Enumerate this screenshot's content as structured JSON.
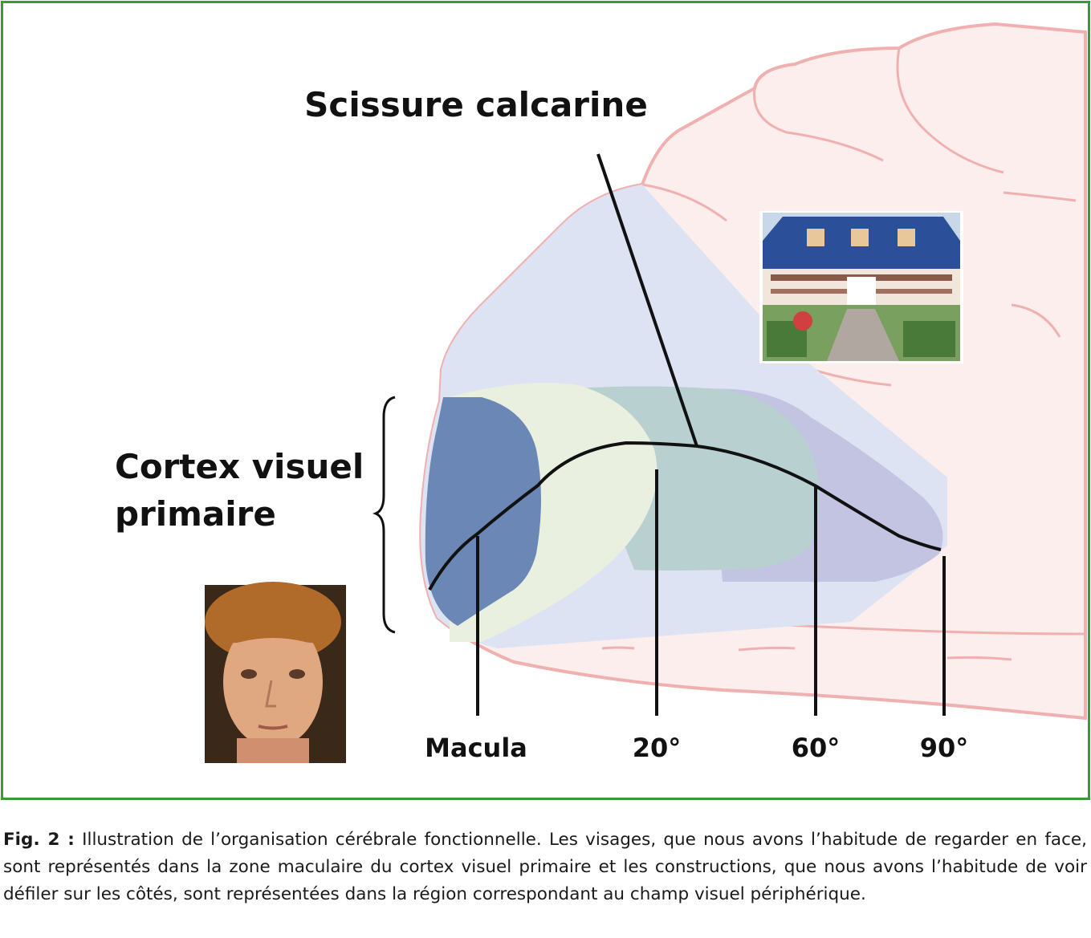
{
  "labels": {
    "title": "Scissure calcarine",
    "cortex_line1": "Cortex visuel",
    "cortex_line2": "primaire",
    "ticks": [
      "Macula",
      "20°",
      "60°",
      "90°"
    ]
  },
  "caption": {
    "fig_label": "Fig. 2 :",
    "text": "Illustration de l’organisation cérébrale fonctionnelle. Les visages, que nous avons l’habitude de regarder en face, sont représentés dans la zone maculaire du cortex visuel primaire et les constructions, que nous avons l’habitude de voir défiler sur les côtés, sont représentées dans la région correspondant au champ visuel périphérique."
  },
  "images": {
    "face": "face-photo",
    "house": "house-photo"
  },
  "colors": {
    "frame": "#3a9a3a",
    "brain_outline": "#f0b0b0",
    "brain_fill": "#fdeeee",
    "cortex_region": "#dde3f2",
    "macula_zone": "#6a87b5",
    "zone_20": "#eaf0e0",
    "zone_60": "#b9d0d0",
    "zone_90": "#c3c4e2"
  }
}
